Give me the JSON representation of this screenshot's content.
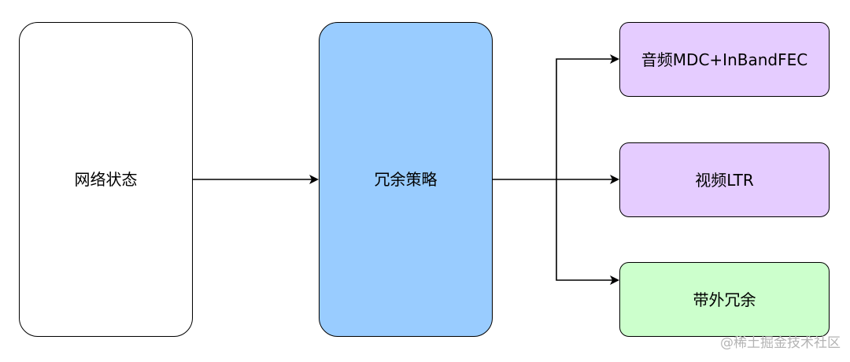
{
  "diagram": {
    "nodes": {
      "network_state": "网络状态",
      "redundancy_strategy": "冗余策略",
      "audio": "音频MDC+InBandFEC",
      "video": "视频LTR",
      "out_of_band": "带外冗余"
    },
    "colors": {
      "network_state_fill": "#ffffff",
      "strategy_fill": "#99ccff",
      "audio_fill": "#e5ccff",
      "video_fill": "#e5ccff",
      "out_of_band_fill": "#ccffcc",
      "stroke": "#000000"
    }
  },
  "watermark": "@稀土掘金技术社区"
}
